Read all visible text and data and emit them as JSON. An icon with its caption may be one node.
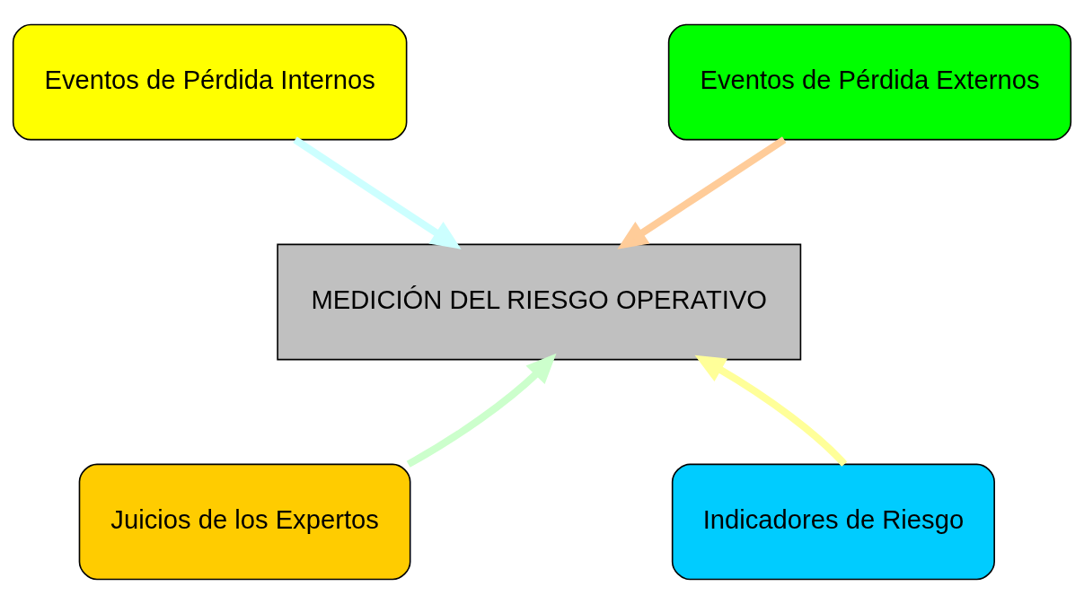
{
  "diagram": {
    "nodes": [
      {
        "text": [
          "Eventos de Pérdida Internos"
        ]
      },
      {
        "text": [
          "Eventos de Pérdida Externos"
        ]
      },
      {
        "text": [
          "MEDICIÓN DEL RIESGO OPERATIVO"
        ]
      },
      {
        "text": [
          "Juicios de los Expertos"
        ]
      },
      {
        "text": [
          "Indicadores de Riesgo"
        ]
      }
    ],
    "edges": [
      {
        "from": 0,
        "to": 2,
        "arrow": "to",
        "color": "#ccffff"
      },
      {
        "from": 1,
        "to": 2,
        "arrow": "to",
        "color": "#ffcc99"
      },
      {
        "from": 3,
        "to": 2,
        "arrow": "to",
        "color": "#ccffcc"
      },
      {
        "from": 4,
        "to": 2,
        "arrow": "to",
        "color": "#ffff99"
      }
    ]
  }
}
